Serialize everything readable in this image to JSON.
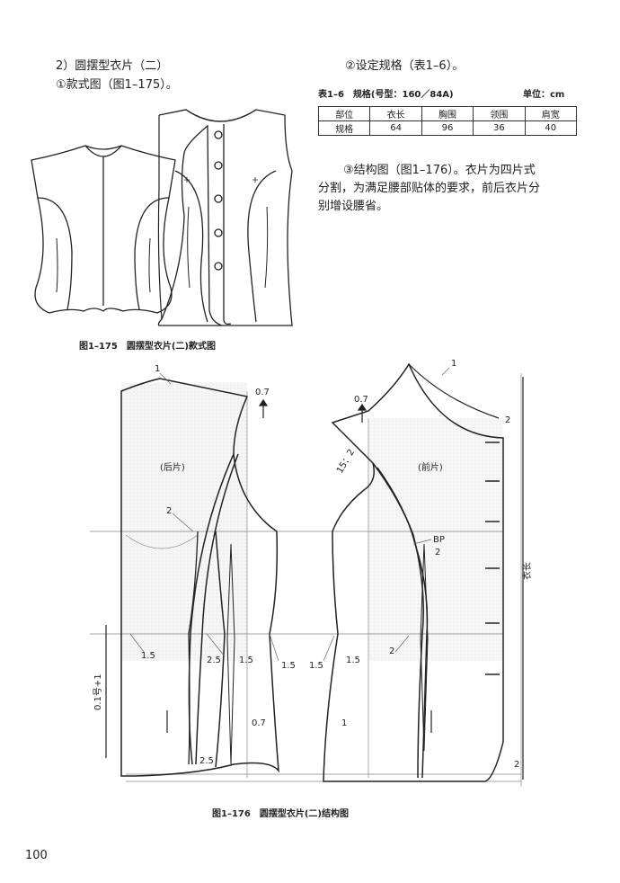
{
  "section": {
    "heading": "2）圆摆型衣片（二）",
    "style_drawing_title": "①款式图（图1–175）。",
    "style_figure_caption": "图1–175　圆摆型衣片(二)款式图"
  },
  "spec": {
    "heading": "②设定规格（表1–6）。",
    "table_title": "表1–6　规格(号型：160／84A)",
    "unit": "单位：cm",
    "headers": [
      "部位",
      "衣长",
      "胸围",
      "领围",
      "肩宽"
    ],
    "row": [
      "规格",
      "64",
      "96",
      "36",
      "40"
    ]
  },
  "structure": {
    "text": "③结构图（图1–176）。衣片为四片式分割，为满足腰部贴体的要求，前后衣片分别增设腰省。",
    "text_lines": [
      "③结构图（图1–176）。衣片为四片式",
      "分割，为满足腰部贴体的要求，前后衣片分",
      "别增设腰省。"
    ],
    "figure_caption": "图1–176　圆摆型衣片(二)结构图"
  },
  "diagram_labels": {
    "back_piece": "(后片)",
    "front_piece": "(前片)",
    "bp": "BP",
    "length_label": "衣长",
    "waist_depth": "0.1号+1",
    "dart_ratio": "15：2",
    "m_1": "1",
    "m_2": "2",
    "m_0_7": "0.7",
    "m_1_5": "1.5",
    "m_2_5": "2.5"
  },
  "page_number": "100"
}
